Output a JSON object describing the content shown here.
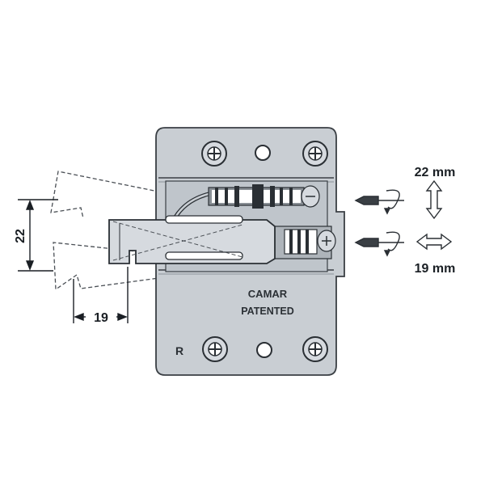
{
  "labels": {
    "vertical_adjust": "22 mm",
    "horizontal_adjust": "19 mm",
    "left_dim_vertical": "22",
    "bottom_dim_horizontal": "19",
    "brand": "CAMAR",
    "patent": "PATENTED",
    "side_marker": "R"
  },
  "colors": {
    "plate_fill": "#c9ced3",
    "plate_stroke": "#3a3f44",
    "line": "#2a2f34",
    "dash": "#4a4f55",
    "text": "#1a1f24"
  },
  "icons": {
    "screw": "phillips-screw-icon",
    "screwdriver": "phillips-screwdriver-icon",
    "vertical_arrow": "double-arrow-vertical-icon",
    "horizontal_arrow": "double-arrow-horizontal-icon"
  }
}
